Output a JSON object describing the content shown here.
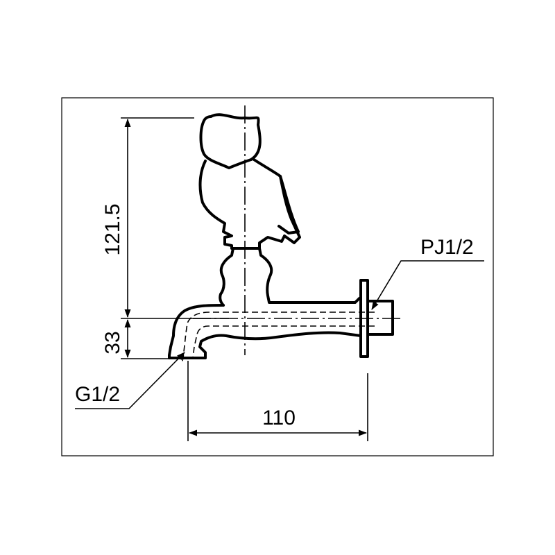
{
  "drawing": {
    "dimensions": {
      "total_height": "121.5",
      "spout_height": "33",
      "spout_length": "110"
    },
    "labels": {
      "outlet_thread": "G1/2",
      "inlet_thread": "PJ1/2"
    }
  }
}
